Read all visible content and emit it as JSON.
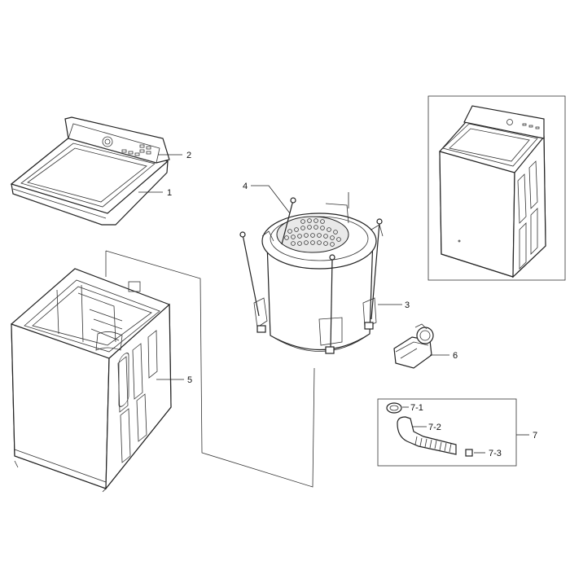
{
  "callouts": {
    "c1": "1",
    "c2": "2",
    "c3": "3",
    "c4": "4",
    "c5": "5",
    "c6": "6",
    "c7": "7",
    "c7_1": "7-1",
    "c7_2": "7-2",
    "c7_3": "7-3"
  }
}
